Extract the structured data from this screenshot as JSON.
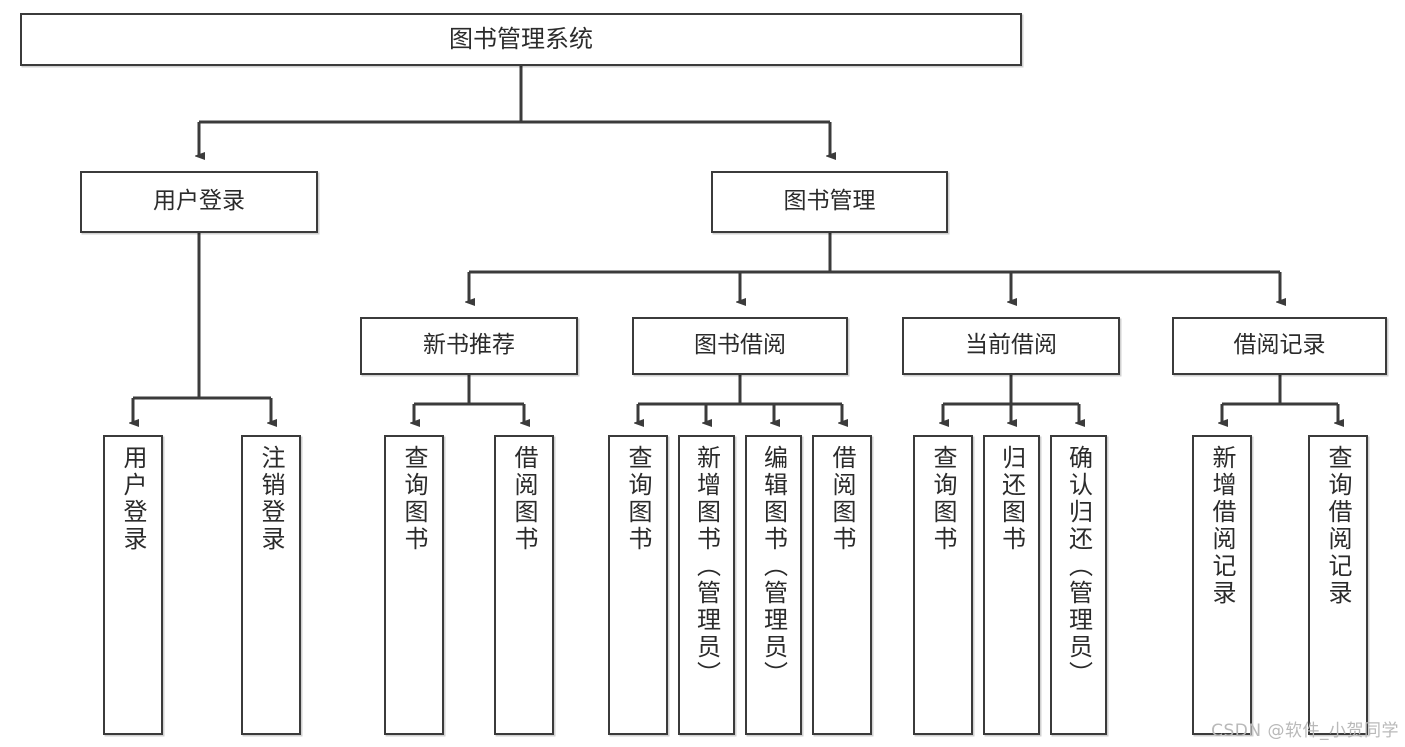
{
  "diagram": {
    "title": "图书管理系统",
    "watermark": "CSDN @软件_小贺同学",
    "colors": {
      "box_border": "#3b3b3b",
      "box_fill": "#ffffff",
      "edge": "#3b3b3b",
      "text": "#2b2b2b",
      "watermark": "#b9b9b9",
      "background": "#ffffff"
    },
    "root": {
      "label": "图书管理系统"
    },
    "level2": [
      {
        "label": "用户登录"
      },
      {
        "label": "图书管理"
      }
    ],
    "level3": [
      {
        "label": "新书推荐"
      },
      {
        "label": "图书借阅"
      },
      {
        "label": "当前借阅"
      },
      {
        "label": "借阅记录"
      }
    ],
    "leaves": {
      "user_login": [
        {
          "label": "用户登录"
        },
        {
          "label": "注销登录"
        }
      ],
      "new_book_recommend": [
        {
          "label": "查询图书"
        },
        {
          "label": "借阅图书"
        }
      ],
      "book_borrow": [
        {
          "label": "查询图书"
        },
        {
          "label": "新增图书（管理员）"
        },
        {
          "label": "编辑图书（管理员）"
        },
        {
          "label": "借阅图书"
        }
      ],
      "current_borrow": [
        {
          "label": "查询图书"
        },
        {
          "label": "归还图书"
        },
        {
          "label": "确认归还（管理员）"
        }
      ],
      "borrow_record": [
        {
          "label": "新增借阅记录"
        },
        {
          "label": "查询借阅记录"
        }
      ]
    }
  }
}
